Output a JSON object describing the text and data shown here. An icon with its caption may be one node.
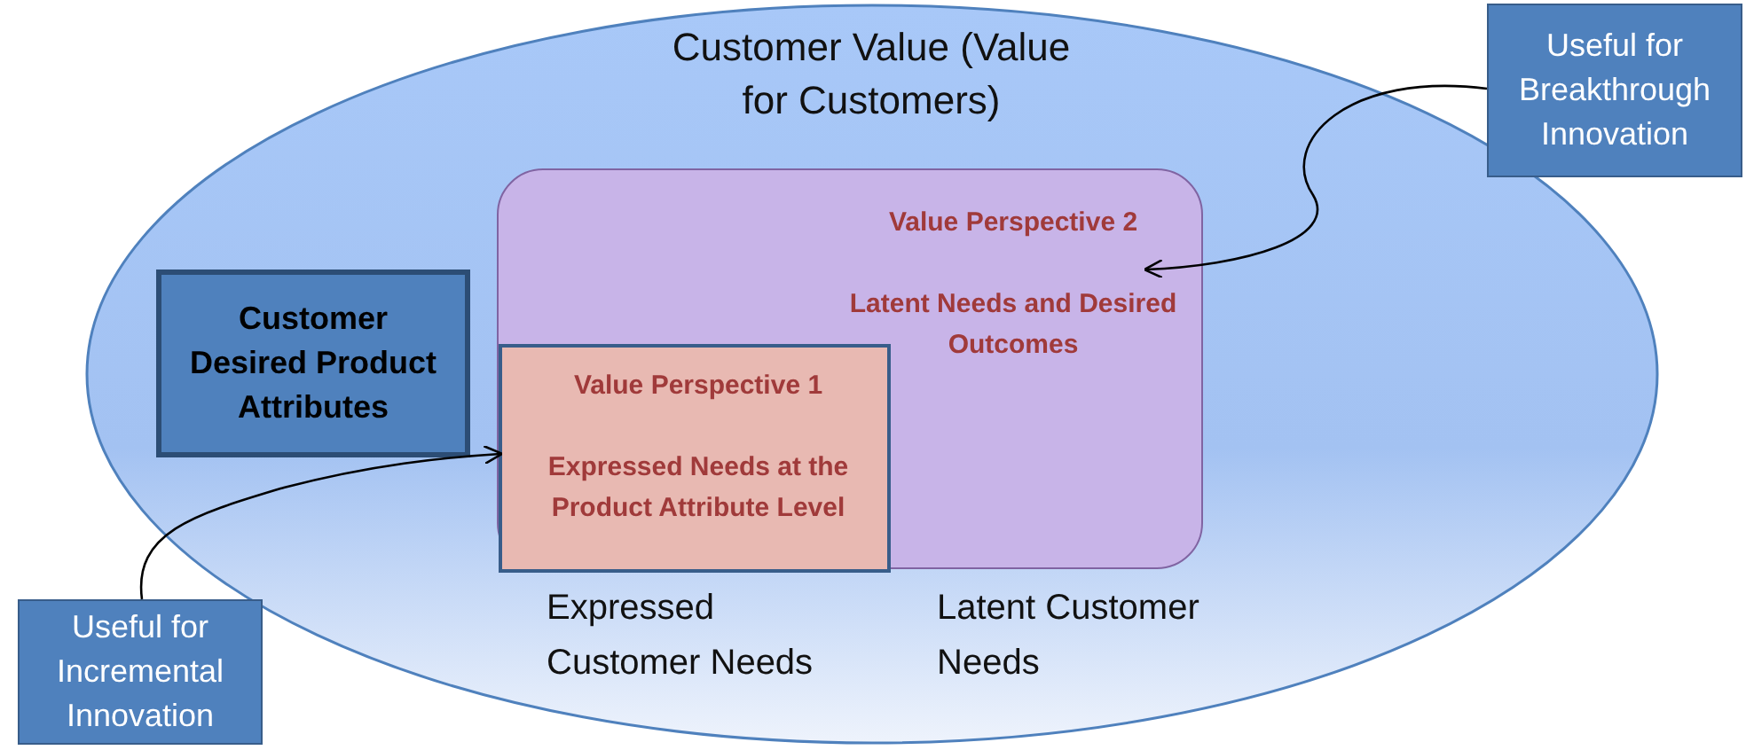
{
  "diagram": {
    "nodes": [
      {
        "text": [
          "Customer Value (Value for Customers)"
        ]
      },
      {
        "text": [
          "Value Perspective 2",
          "Latent Needs and Desired Outcomes"
        ],
        "in": 0
      },
      {
        "text": [
          "Value Perspective 1",
          "Expressed Needs at the Product Attribute Level"
        ],
        "in": 1
      },
      {
        "text": [
          "Customer Desired Product Attributes"
        ],
        "in": 0
      },
      {
        "text": [
          "Useful for Breakthrough Innovation"
        ]
      },
      {
        "text": [
          "Useful for Incremental Innovation"
        ]
      }
    ],
    "edges": [
      {
        "from": 4,
        "to": 1,
        "arrow": "to"
      },
      {
        "from": 5,
        "to": 2,
        "arrow": "to"
      }
    ],
    "labels": [
      "Expressed Customer Needs",
      "Latent Customer Needs"
    ]
  }
}
